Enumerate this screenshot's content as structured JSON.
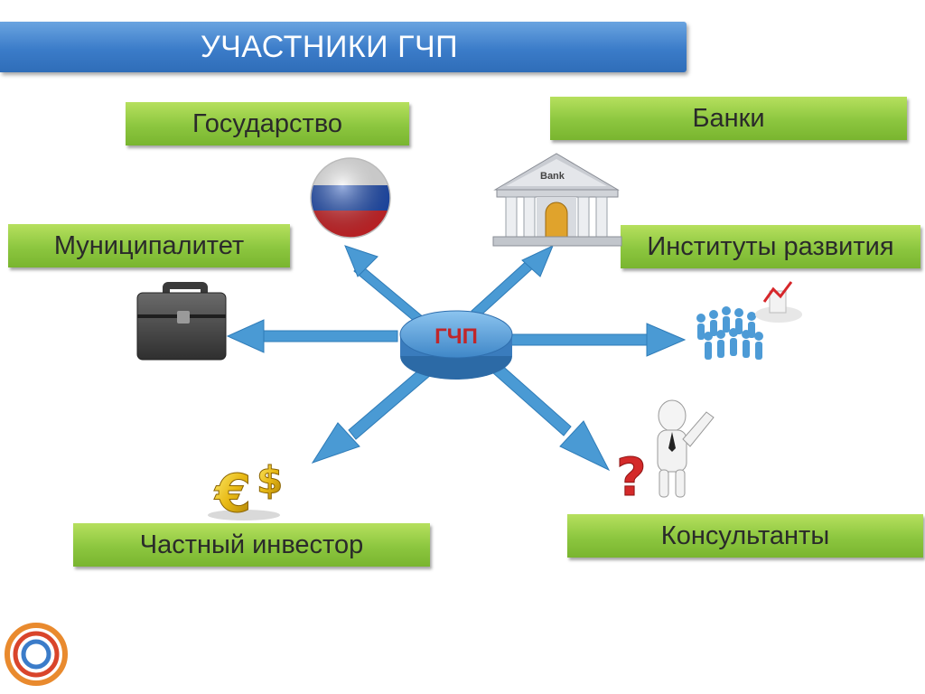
{
  "title": "УЧАСТНИКИ ГЧП",
  "center_label": "ГЧП",
  "nodes": {
    "state": "Государство",
    "banks": "Банки",
    "municipality": "Муниципалитет",
    "development_institutes": "Институты развития",
    "private_investor": "Частный инвестор",
    "consultants": "Консультанты"
  },
  "icon_labels": {
    "bank": "Bank"
  },
  "colors": {
    "title_bar": "#3b7cc9",
    "label_box": "#8cc63f",
    "arrow": "#4a9ad4",
    "hub": "#5a9fd8",
    "hub_text": "#c0262a"
  },
  "icons": [
    "russian-flag-icon",
    "bank-building-icon",
    "briefcase-icon",
    "people-crowd-icon",
    "euro-dollar-icon",
    "question-man-icon",
    "company-logo-icon"
  ]
}
